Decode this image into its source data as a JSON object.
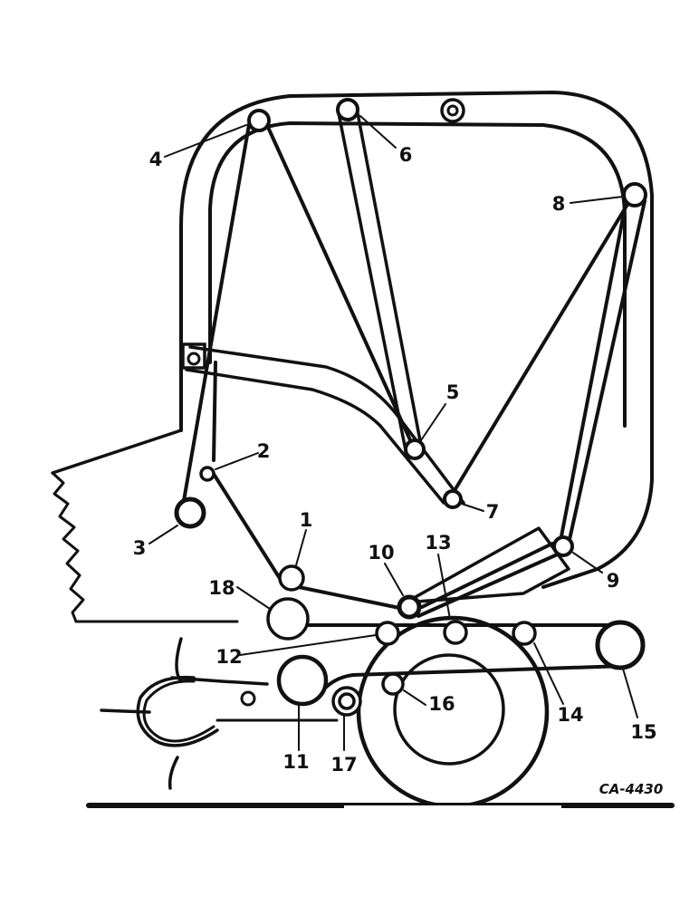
{
  "drawing_code": "CA-4430",
  "callouts": {
    "c1": "1",
    "c2": "2",
    "c3": "3",
    "c4": "4",
    "c5": "5",
    "c6": "6",
    "c7": "7",
    "c8": "8",
    "c9": "9",
    "c10": "10",
    "c11": "11",
    "c12": "12",
    "c13": "13",
    "c14": "14",
    "c15": "15",
    "c16": "16",
    "c17": "17",
    "c18": "18"
  }
}
